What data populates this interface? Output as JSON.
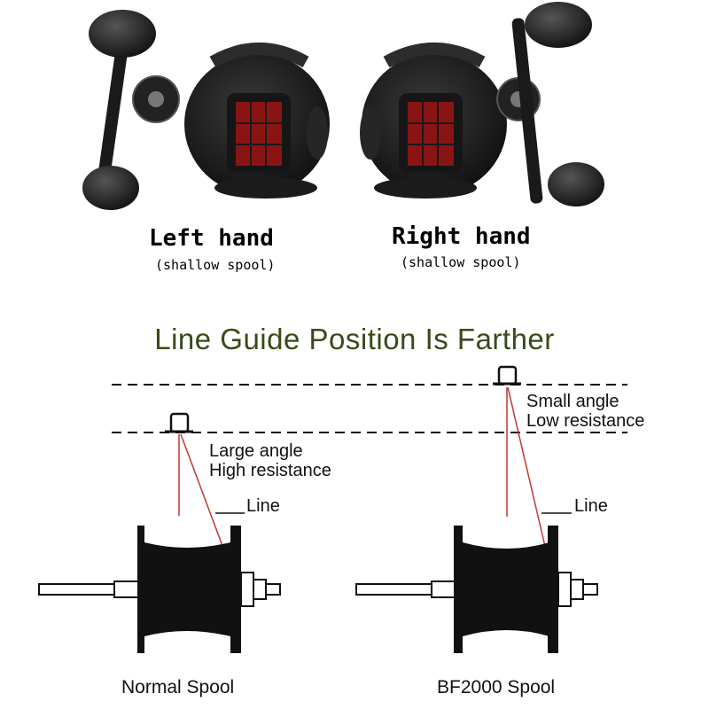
{
  "reels": {
    "left": {
      "label": "Left hand",
      "sublabel": "(shallow spool)"
    },
    "right": {
      "label": "Right hand",
      "sublabel": "(shallow spool)"
    }
  },
  "headline": "Line Guide Position Is Farther",
  "diagram": {
    "normal": {
      "note_line1": "Large angle",
      "note_line2": "High resistance",
      "line_label": "Line",
      "spool_label": "Normal Spool"
    },
    "bf2000": {
      "note_line1": "Small angle",
      "note_line2": "Low resistance",
      "line_label": "Line",
      "spool_label": "BF2000 Spool"
    }
  },
  "colors": {
    "headline": "#3a4a18",
    "line_guide_ray": "#c0392b",
    "spool_body": "#111111",
    "reel_accent": "#8a1414"
  }
}
